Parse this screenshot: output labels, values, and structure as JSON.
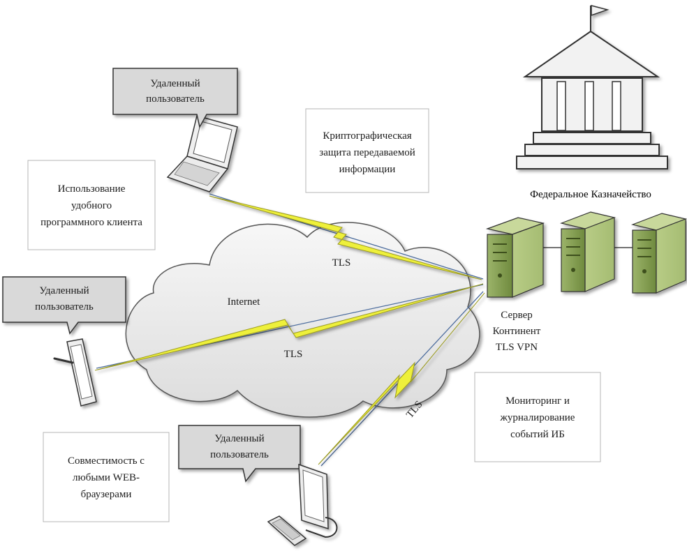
{
  "cloud": {
    "label": "Internet"
  },
  "treasury": {
    "label": "Федеральное Казначейство"
  },
  "server": {
    "lines": [
      "Сервер",
      "Континент",
      "TLS VPN"
    ]
  },
  "callouts": {
    "laptop_user": [
      "Удаленный",
      "пользователь"
    ],
    "tablet_user": [
      "Удаленный",
      "пользователь"
    ],
    "desktop_user": [
      "Удаленный",
      "пользователь"
    ]
  },
  "notes": {
    "crypto": [
      "Криптографическая",
      "защита передаваемой",
      "информации"
    ],
    "client": [
      "Использование",
      "удобного",
      "программного клиента"
    ],
    "browsers": [
      "Совместимость с",
      "любыми WEB-",
      "браузерами"
    ],
    "monitoring": [
      "Мониторинг и",
      "журналирование",
      "событий ИБ"
    ]
  },
  "links": {
    "laptop": "TLS",
    "tablet": "TLS",
    "desktop": "TLS"
  },
  "colors": {
    "callout_fill": "#d9d9d9",
    "server_green": "#8fa85e",
    "bolt_yellow": "#eef03a",
    "link_line": "#5a78a8",
    "cloud_fill": "#eeeeee"
  }
}
